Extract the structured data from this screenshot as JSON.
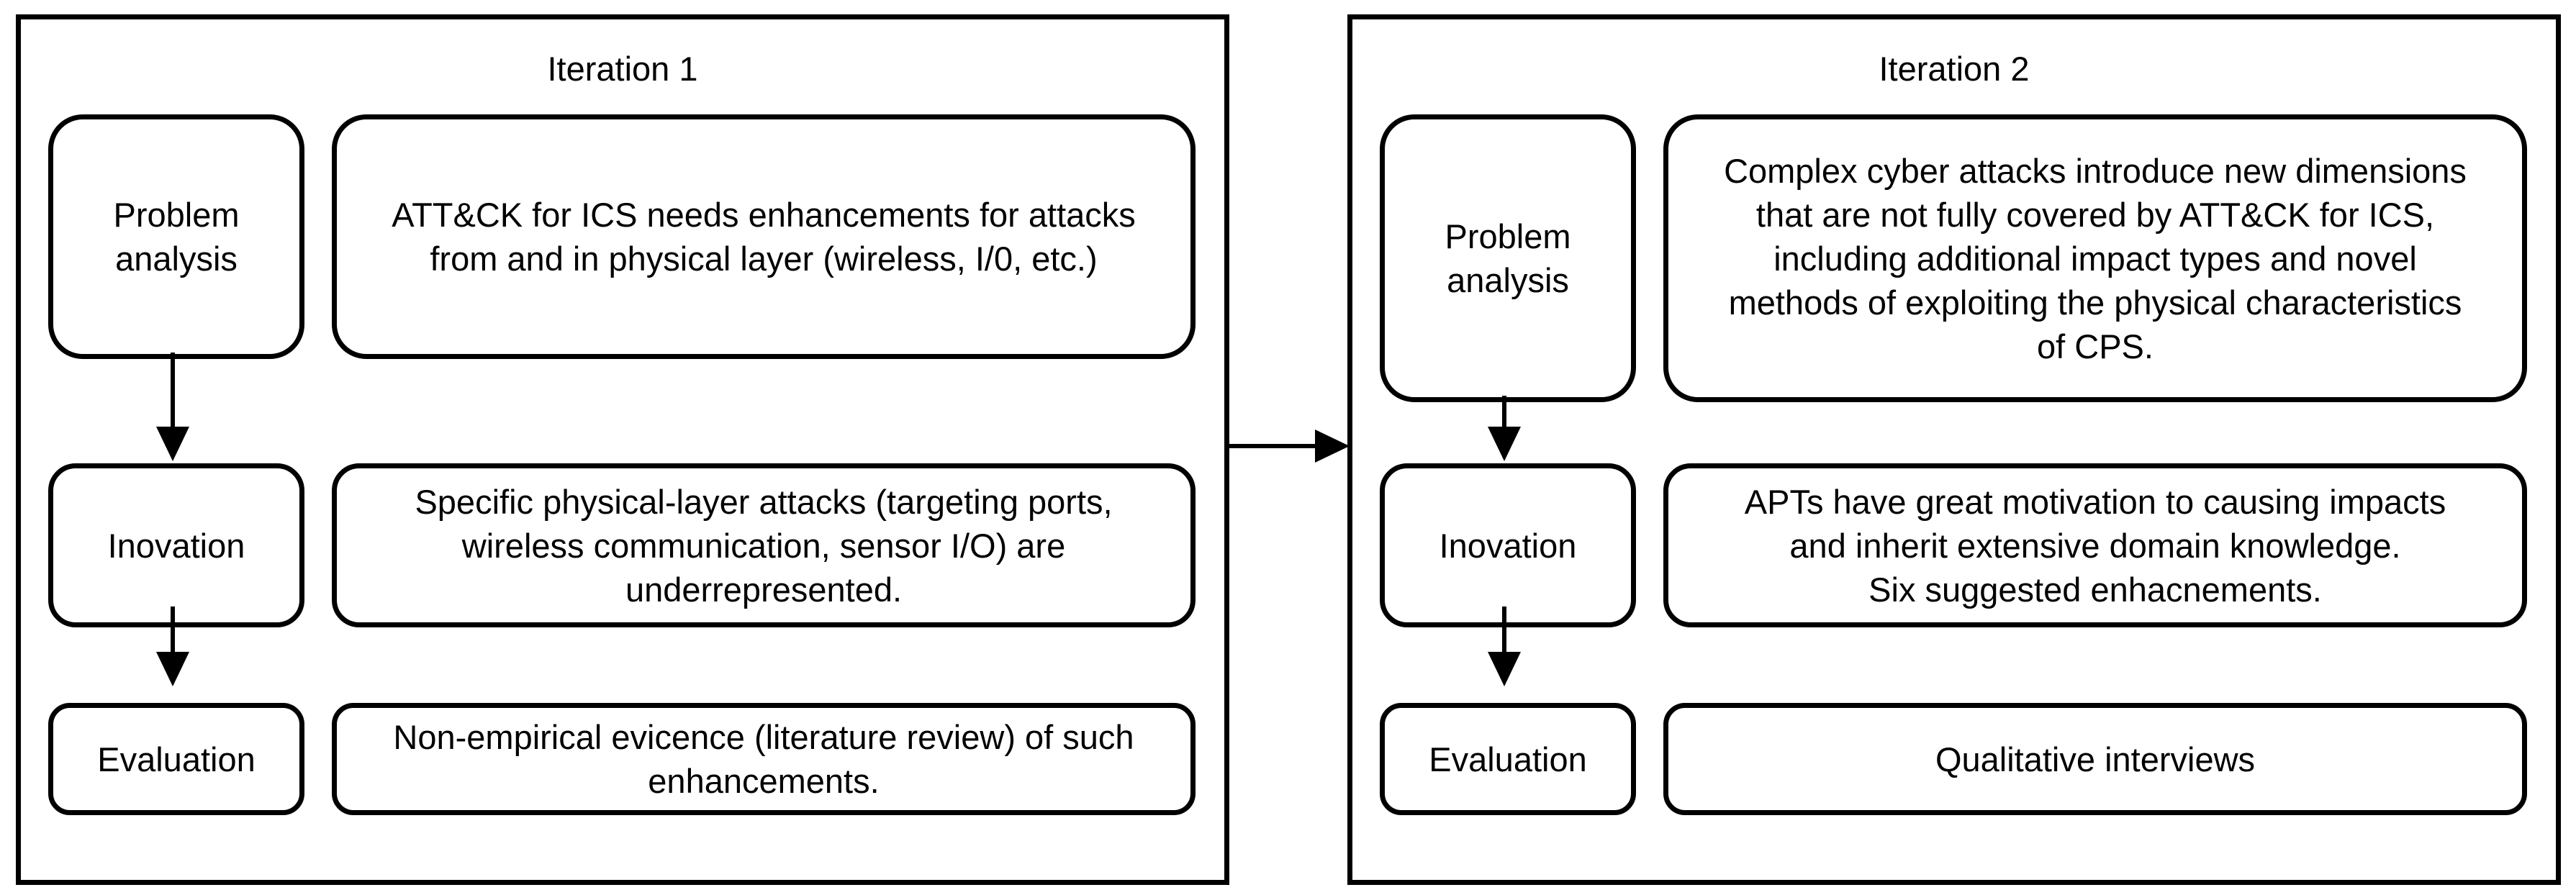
{
  "colors": {
    "line": "#000000",
    "background": "#ffffff"
  },
  "panels": [
    {
      "title": "Iteration 1",
      "rows": [
        {
          "label": "Problem analysis",
          "content": "ATT&CK for ICS needs enhancements for attacks\nfrom and in physical layer (wireless, I/0, etc.)"
        },
        {
          "label": "Inovation",
          "content": "Specific physical-layer attacks (targeting ports,\nwireless communication, sensor I/O) are\nunderrepresented."
        },
        {
          "label": "Evaluation",
          "content": "Non-empirical evicence (literature review) of such\nenhancements."
        }
      ]
    },
    {
      "title": "Iteration 2",
      "rows": [
        {
          "label": "Problem analysis",
          "content": "Complex cyber attacks introduce new dimensions\nthat are not fully covered by ATT&CK for ICS,\nincluding additional impact types and novel\nmethods of exploiting the physical characteristics\nof CPS."
        },
        {
          "label": "Inovation",
          "content": "APTs have great motivation to causing impacts\nand inherit extensive domain knowledge.\nSix suggested enhacnements."
        },
        {
          "label": "Evaluation",
          "content": "Qualitative interviews"
        }
      ]
    }
  ]
}
